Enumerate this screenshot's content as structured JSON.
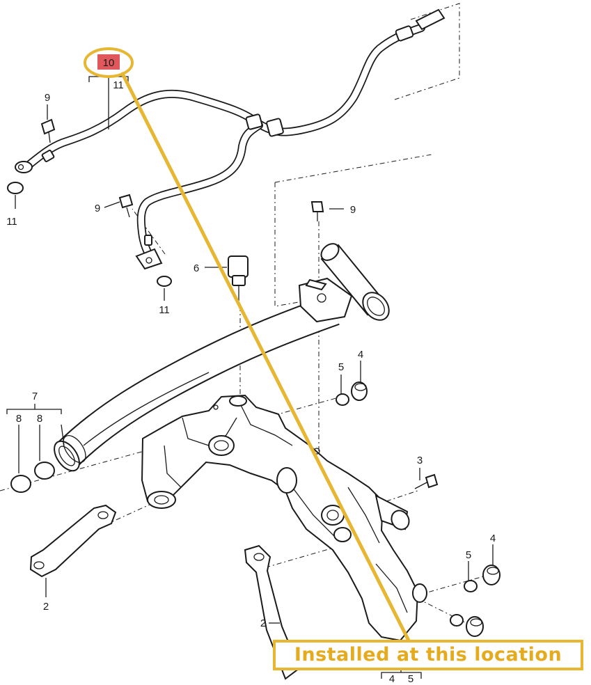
{
  "callouts": {
    "p10_selected": "10",
    "p11_bracket": "11",
    "p9_a": "9",
    "p9_b": "9",
    "p9_c": "9",
    "p11_a": "11",
    "p11_b": "11",
    "p6": "6",
    "p5_a": "5",
    "p4_a": "4",
    "p7": "7",
    "p8_a": "8",
    "p8_b": "8",
    "p3": "3",
    "p4_b": "4",
    "p5_b": "5",
    "p2_a": "2",
    "p2_b": "2",
    "bottom_box_left": "4",
    "bottom_box_right": "5"
  },
  "caption": {
    "text": "Installed at this location"
  },
  "colors": {
    "highlight": "#e7b733",
    "selected_badge": "#e0585c",
    "linework": "#1a1a1a"
  }
}
